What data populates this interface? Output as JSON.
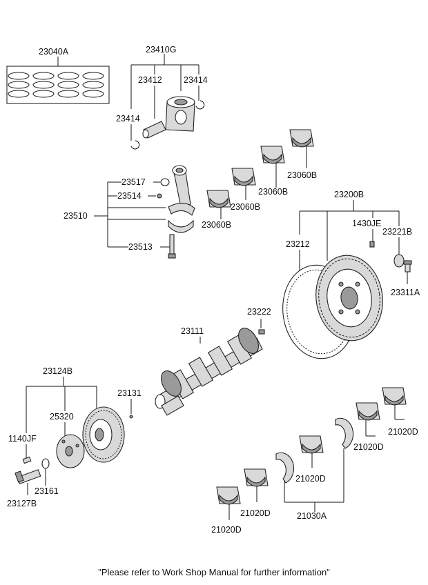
{
  "labels": {
    "l23040A": "23040A",
    "l23410G": "23410G",
    "l23412": "23412",
    "l23414a": "23414",
    "l23414b": "23414",
    "l23060B1": "23060B",
    "l23060B2": "23060B",
    "l23060B3": "23060B",
    "l23060B4": "23060B",
    "l23517": "23517",
    "l23514": "23514",
    "l23510": "23510",
    "l23513": "23513",
    "l23200B": "23200B",
    "l1430JE": "1430JE",
    "l23221B": "23221B",
    "l23212": "23212",
    "l23311A": "23311A",
    "l23222": "23222",
    "l23111": "23111",
    "l23124B": "23124B",
    "l25320": "25320",
    "l23131": "23131",
    "l1140JF": "1140JF",
    "l23161": "23161",
    "l23127B": "23127B",
    "l21020D1": "21020D",
    "l21020D2": "21020D",
    "l21020D3": "21020D",
    "l21020D4": "21020D",
    "l21020D5": "21020D",
    "l21030A": "21030A"
  },
  "footer_note": "\"Please refer to Work Shop Manual for further information\""
}
